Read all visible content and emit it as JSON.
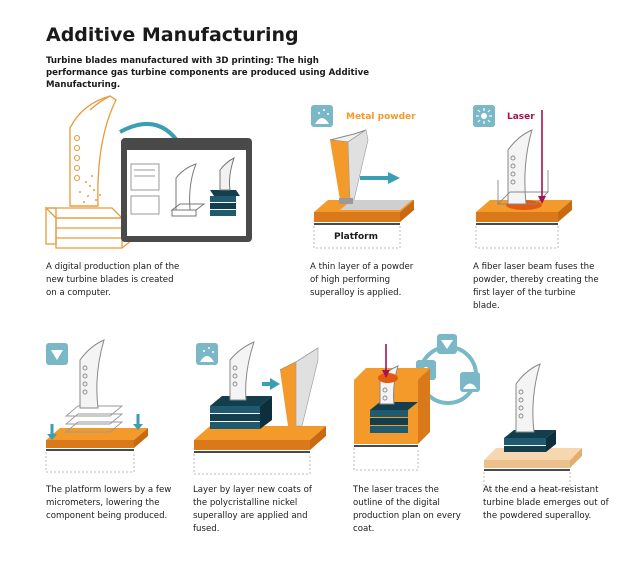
{
  "title": "Additive Manufacturing",
  "subtitle": "Turbine blades manufactured with 3D printing: The high performance gas turbine components are produced using Additive Manufacturing.",
  "colors": {
    "orange": "#f39a2a",
    "dark_orange": "#d9791a",
    "teal": "#1f5a6e",
    "dark_teal": "#123e4d",
    "icon_bg": "#7ab8c8",
    "laser": "#a4124f",
    "screen_frame": "#4a4a4a",
    "grey_outline": "#9a9a9a"
  },
  "steps": [
    {
      "caption": "A digital production plan of the new turbine blades is created on a computer.",
      "icons": [
        "turbine-blade-outline",
        "monitor"
      ]
    },
    {
      "caption": "A thin layer of a powder of high performing superalloy is applied.",
      "labels": [
        "Metal powder",
        "Platform"
      ],
      "icons": [
        "powder-icon"
      ]
    },
    {
      "caption": "A fiber laser beam fuses the powder, thereby creating the first layer of the turbine blade.",
      "labels": [
        "Laser"
      ],
      "icons": [
        "laser-icon"
      ]
    },
    {
      "caption": "The platform lowers by a few micrometers, lowering the component being produced.",
      "icons": [
        "arrow-down-icon"
      ]
    },
    {
      "caption": "Layer by layer new coats of the polycristalline nickel superalloy are applied and fused.",
      "icons": [
        "powder-icon"
      ]
    },
    {
      "caption": "The laser traces the outline of the digital production plan on every coat.",
      "icons": [
        "cycle-icon"
      ]
    },
    {
      "caption": "At the end a heat-resistant turbine blade emerges out of the powdered superalloy."
    }
  ]
}
